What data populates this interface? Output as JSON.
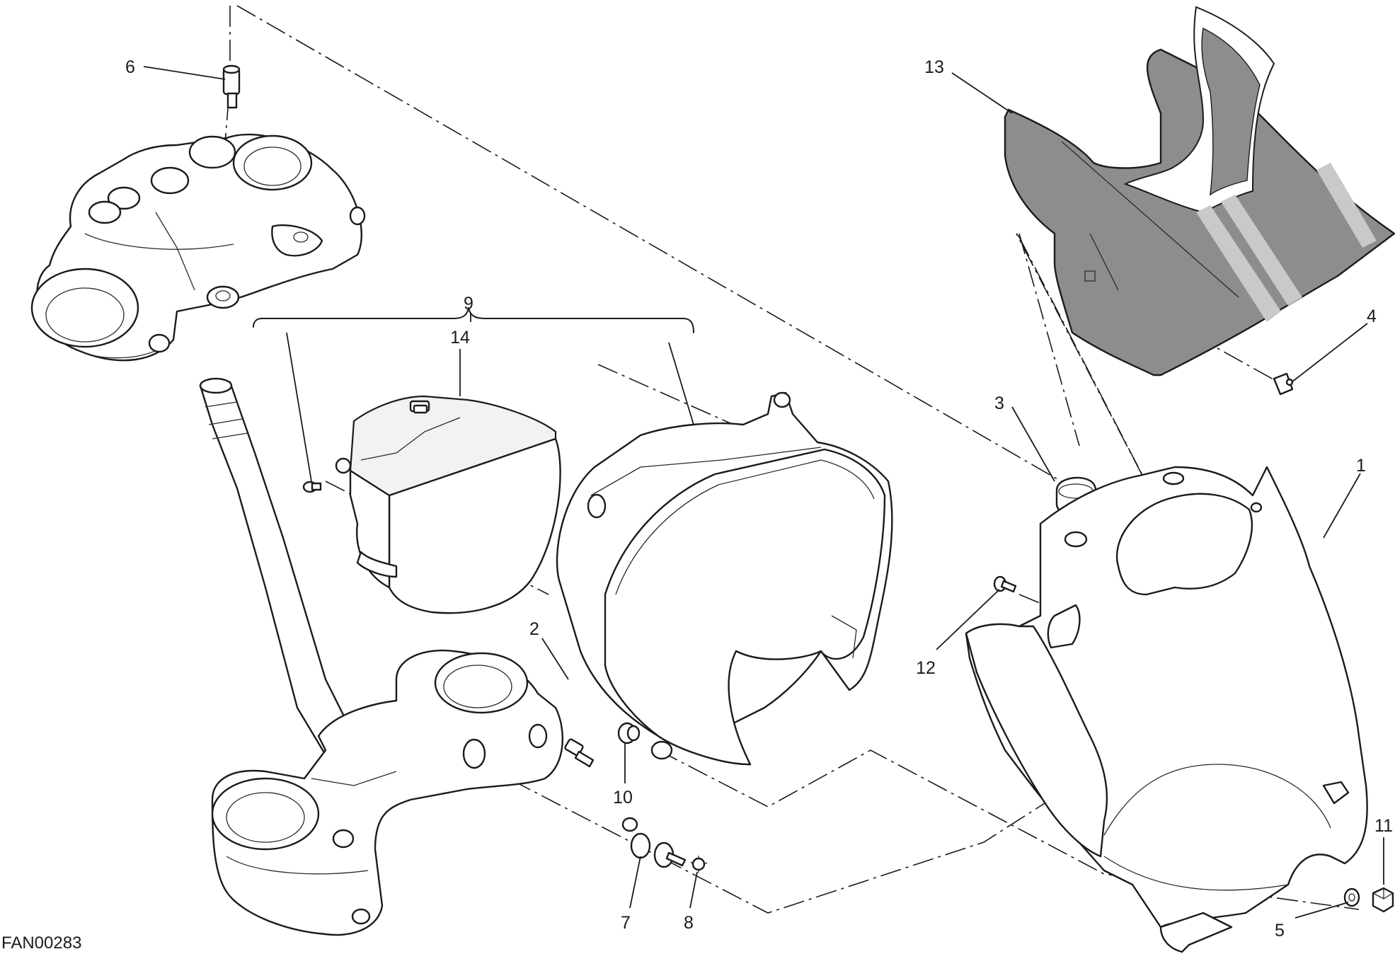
{
  "drawing_code": "FAN00283",
  "callouts": [
    {
      "id": "c1",
      "text": "1"
    },
    {
      "id": "c2",
      "text": "2"
    },
    {
      "id": "c3",
      "text": "3"
    },
    {
      "id": "c4",
      "text": "4"
    },
    {
      "id": "c5",
      "text": "5"
    },
    {
      "id": "c6",
      "text": "6"
    },
    {
      "id": "c7",
      "text": "7"
    },
    {
      "id": "c8",
      "text": "8"
    },
    {
      "id": "c9",
      "text": "9"
    },
    {
      "id": "c10",
      "text": "10"
    },
    {
      "id": "c11",
      "text": "11"
    },
    {
      "id": "c12",
      "text": "12"
    },
    {
      "id": "c13",
      "text": "13"
    },
    {
      "id": "c14",
      "text": "14"
    }
  ],
  "colors": {
    "ink": "#1b1b1b",
    "screen_fill": "#8d8d8d",
    "screen_stripe": "#c9c9c9",
    "background": "#ffffff"
  }
}
